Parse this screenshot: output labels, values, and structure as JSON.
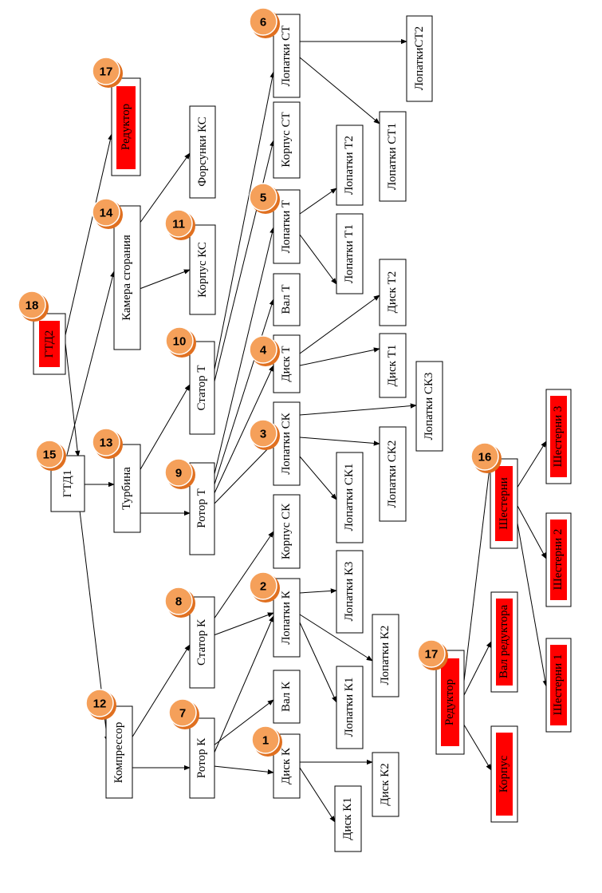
{
  "colors": {
    "highlight": "#ff0000",
    "badge": "#f5a05a",
    "badge_dark": "#e07020"
  },
  "nodes": {
    "gtd2": "ГТД2",
    "gtd1": "ГТД1",
    "reduktor_top": "Редуктор",
    "kamera": "Камера сгорания",
    "forsunki": "Форсунки КС",
    "korpus_ks": "Корпус КС",
    "turbina": "Турбина",
    "kompressor": "Компрессор",
    "stator_t": "Статор Т",
    "rotor_t": "Ротор Т",
    "stator_k": "Статор К",
    "rotor_k": "Ротор К",
    "lopatki_st": "Лопатки СТ",
    "korpus_st": "Корпус СТ",
    "lopatki_t": "Лопатки Т",
    "val_t": "Вал Т",
    "disk_t": "Диск Т",
    "lopatki_sk": "Лопатки СК",
    "korpus_sk": "Корпус СК",
    "lopatki_k": "Лопатки К",
    "val_k": "Вал К",
    "disk_k": "Диск К",
    "lopatki_st2": "ЛопаткиСТ2",
    "lopatki_st1": "Лопатки СТ1",
    "lopatki_t2": "Лопатки Т2",
    "lopatki_t1": "Лопатки Т1",
    "disk_t2": "Диск Т2",
    "disk_t1": "Диск Т1",
    "lopatki_sk3": "Лопатки СК3",
    "lopatki_sk2": "Лопатки СК2",
    "lopatki_sk1": "Лопатки СК1",
    "lopatki_k3": "Лопатки К3",
    "lopatki_k2": "Лопатки К2",
    "lopatki_k1": "Лопатки К1",
    "disk_k2": "Диск К2",
    "disk_k1": "Диск К1",
    "shesterni": "Шестерни",
    "shesterni3": "Шестерни 3",
    "shesterni2": "Шестерни 2",
    "shesterni1": "Шестерни 1",
    "val_reduktora": "Вал редуктора",
    "reduktor_bottom": "Редуктор",
    "korpus": "Корпус"
  },
  "badges": {
    "b18": "18",
    "b17a": "17",
    "b14": "14",
    "b11": "11",
    "b15": "15",
    "b13": "13",
    "b12": "12",
    "b10": "10",
    "b9": "9",
    "b8": "8",
    "b7": "7",
    "b6": "6",
    "b5": "5",
    "b4": "4",
    "b3": "3",
    "b2": "2",
    "b1": "1",
    "b16": "16",
    "b17b": "17"
  }
}
